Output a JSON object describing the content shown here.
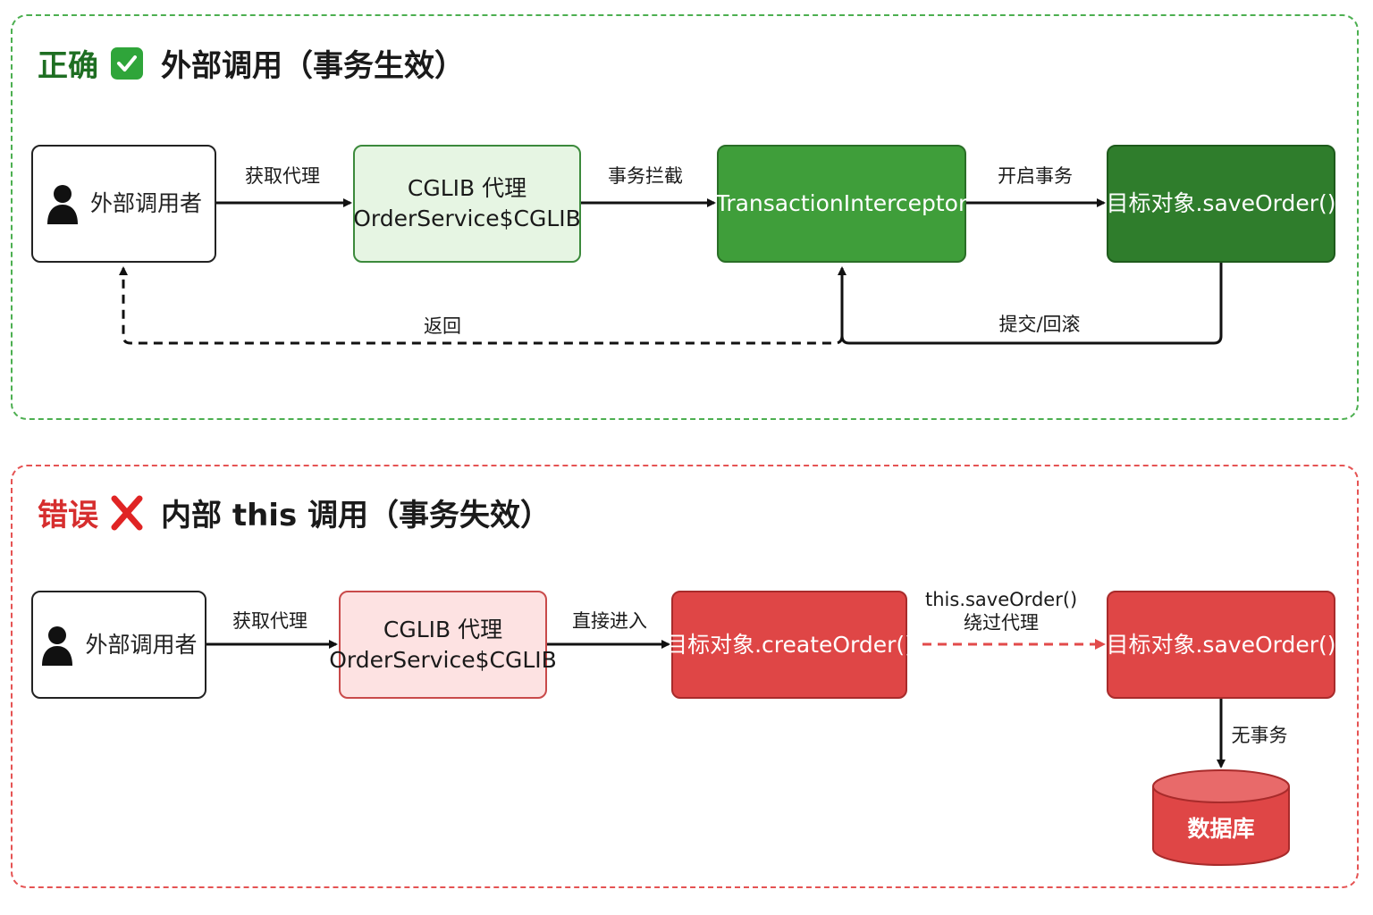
{
  "top": {
    "tag": "正确",
    "title": "外部调用（事务生效）",
    "caller": "外部调用者",
    "proxy_line1": "CGLIB 代理",
    "proxy_line2": "OrderService$CGLIB",
    "interceptor": "TransactionInterceptor",
    "target": "目标对象.saveOrder()",
    "edge_get_proxy": "获取代理",
    "edge_intercept": "事务拦截",
    "edge_begin": "开启事务",
    "edge_commit": "提交/回滚",
    "edge_return": "返回"
  },
  "bottom": {
    "tag": "错误",
    "title": "内部 this 调用（事务失效）",
    "caller": "外部调用者",
    "proxy_line1": "CGLIB 代理",
    "proxy_line2": "OrderService$CGLIB",
    "create": "目标对象.createOrder()",
    "target": "目标对象.saveOrder()",
    "edge_get_proxy": "获取代理",
    "edge_direct": "直接进入",
    "edge_this_line1": "this.saveOrder()",
    "edge_this_line2": "绕过代理",
    "edge_no_tx": "无事务",
    "database": "数据库"
  },
  "icons": [
    "check-icon",
    "cross-icon",
    "person-icon",
    "database-icon"
  ],
  "colors": {
    "ok_border": "#4caf50",
    "ok_dark": "#2f7d2c",
    "bad_border": "#e55353",
    "bad_fill": "#df4646"
  }
}
